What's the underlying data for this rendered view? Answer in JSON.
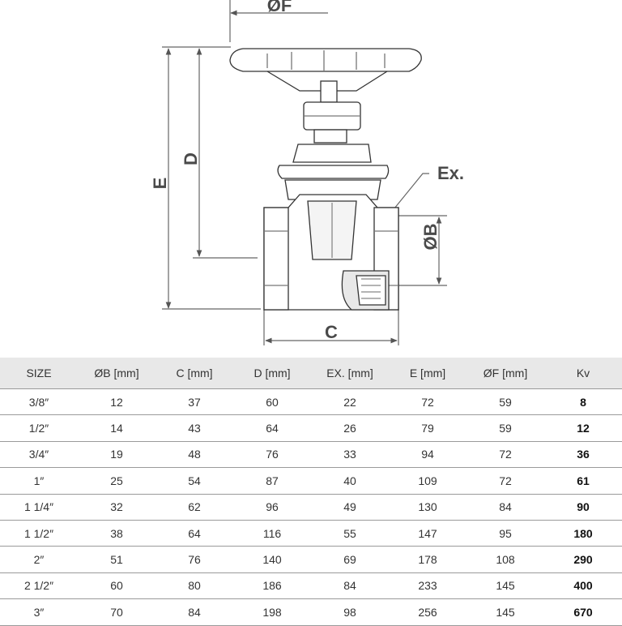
{
  "drawing": {
    "labels": {
      "flange_diameter": "ØF",
      "total_height": "E",
      "handwheel_height": "D",
      "thread_depth": "Ex.",
      "bore_diameter": "ØB",
      "body_length": "C"
    }
  },
  "table": {
    "headers": [
      "SIZE",
      "ØB [mm]",
      "C [mm]",
      "D [mm]",
      "EX. [mm]",
      "E [mm]",
      "ØF [mm]",
      "Kv"
    ],
    "rows": [
      [
        "3/8″",
        "12",
        "37",
        "60",
        "22",
        "72",
        "59",
        "8"
      ],
      [
        "1/2″",
        "14",
        "43",
        "64",
        "26",
        "79",
        "59",
        "12"
      ],
      [
        "3/4″",
        "19",
        "48",
        "76",
        "33",
        "94",
        "72",
        "36"
      ],
      [
        "1″",
        "25",
        "54",
        "87",
        "40",
        "109",
        "72",
        "61"
      ],
      [
        "1 1/4″",
        "32",
        "62",
        "96",
        "49",
        "130",
        "84",
        "90"
      ],
      [
        "1 1/2″",
        "38",
        "64",
        "116",
        "55",
        "147",
        "95",
        "180"
      ],
      [
        "2″",
        "51",
        "76",
        "140",
        "69",
        "178",
        "108",
        "290"
      ],
      [
        "2 1/2″",
        "60",
        "80",
        "186",
        "84",
        "233",
        "145",
        "400"
      ],
      [
        "3″",
        "70",
        "84",
        "198",
        "98",
        "256",
        "145",
        "670"
      ]
    ]
  }
}
